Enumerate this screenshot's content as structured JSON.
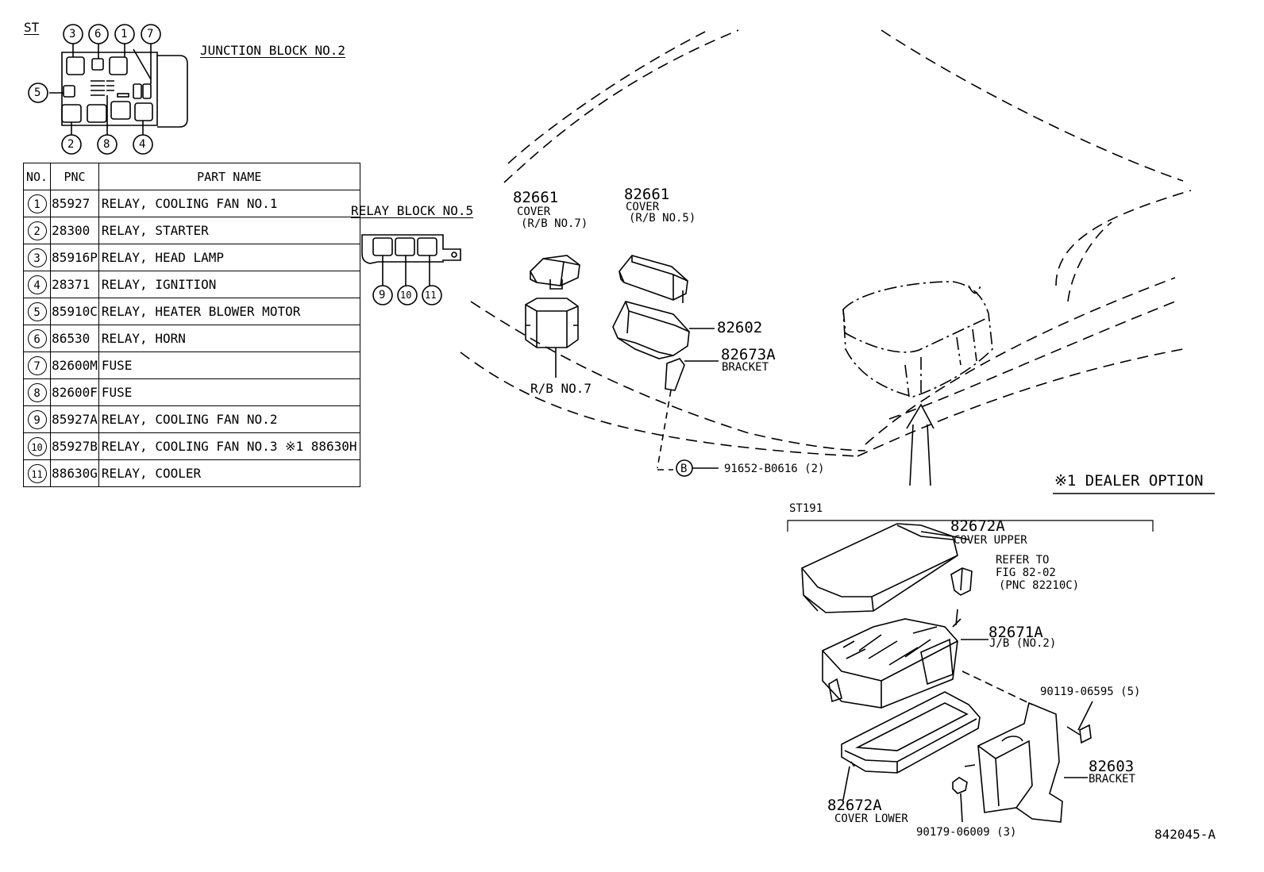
{
  "header": {
    "section_code": "ST"
  },
  "junction_block": {
    "title": "JUNCTION BLOCK NO.2",
    "callouts_top": [
      "3",
      "6",
      "1",
      "7"
    ],
    "callout_left": "5",
    "callouts_bottom": [
      "2",
      "8",
      "4"
    ]
  },
  "relay_block": {
    "title": "RELAY BLOCK NO.5",
    "callouts": [
      "9",
      "10",
      "11"
    ]
  },
  "table": {
    "headers": {
      "no": "NO.",
      "pnc": "PNC",
      "part_name": "PART NAME"
    },
    "rows": [
      {
        "no": "1",
        "pnc": "85927",
        "name": "RELAY, COOLING FAN NO.1"
      },
      {
        "no": "2",
        "pnc": "28300",
        "name": "RELAY, STARTER"
      },
      {
        "no": "3",
        "pnc": "85916P",
        "name": "RELAY, HEAD LAMP"
      },
      {
        "no": "4",
        "pnc": "28371",
        "name": "RELAY, IGNITION"
      },
      {
        "no": "5",
        "pnc": "85910C",
        "name": "RELAY, HEATER BLOWER MOTOR"
      },
      {
        "no": "6",
        "pnc": "86530",
        "name": "RELAY, HORN"
      },
      {
        "no": "7",
        "pnc": "82600M",
        "name": "FUSE"
      },
      {
        "no": "8",
        "pnc": "82600F",
        "name": "FUSE"
      },
      {
        "no": "9",
        "pnc": "85927A",
        "name": "RELAY, COOLING FAN NO.2"
      },
      {
        "no": "10",
        "pnc": "85927B",
        "name": "RELAY, COOLING FAN NO.3 ※1 88630H"
      },
      {
        "no": "11",
        "pnc": "88630G",
        "name": "RELAY, COOLER"
      }
    ]
  },
  "parts": {
    "cover_rb7": {
      "pnc": "82661",
      "name": "COVER",
      "note": "(R/B NO.7)"
    },
    "cover_rb5": {
      "pnc": "82661",
      "name": "COVER",
      "note": "(R/B NO.5)"
    },
    "rb7_label": "R/B NO.7",
    "relay_block_pnc": "82602",
    "bracket_small": {
      "pnc": "82673A",
      "name": "BRACKET"
    },
    "bolt": {
      "callout": "B",
      "pnc": "91652-B0616 (2)"
    },
    "dealer_option": "※1 DEALER OPTION",
    "detail_code": "ST191",
    "cover_upper": {
      "pnc": "82672A",
      "name": "COVER UPPER"
    },
    "refer": {
      "line1": "REFER TO",
      "line2": "FIG 82-02",
      "line3": "(PNC 82210C)"
    },
    "junction_block_part": {
      "pnc": "82671A",
      "name": "J/B (NO.2)"
    },
    "screw": "90119-06595 (5)",
    "bracket_large": {
      "pnc": "82603",
      "name": "BRACKET"
    },
    "cover_lower": {
      "pnc": "82672A",
      "name": "COVER LOWER"
    },
    "nut": "90179-06009 (3)"
  },
  "footer": {
    "figure_id": "842045-A"
  }
}
